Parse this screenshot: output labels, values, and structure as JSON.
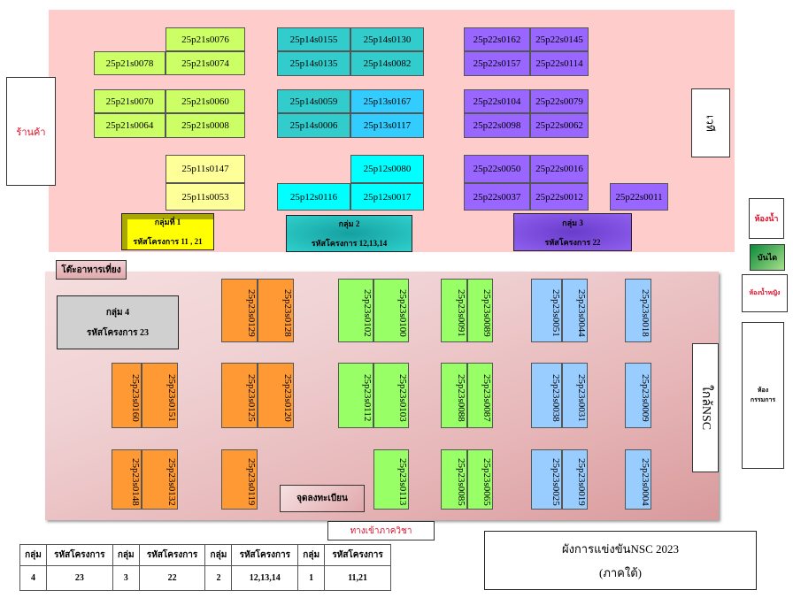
{
  "colors": {
    "yellowgreen": "#ccff66",
    "lightyellow": "#ffff99",
    "teal": "#33cccc",
    "skyblue": "#33ccff",
    "cyan": "#00ffff",
    "purple": "#9966ff",
    "orange": "#ff9933",
    "green": "#99ff66",
    "blue": "#99ccff"
  },
  "top_cells": [
    "25p21s0076",
    "25p21s0078",
    "25p21s0074",
    "25p21s0070",
    "25p21s0060",
    "25p21s0064",
    "25p21s0008",
    "25p11s0147",
    "25p11s0053",
    "25p14s0155",
    "25p14s0130",
    "25p14s0135",
    "25p14s0082",
    "25p14s0059",
    "25p13s0167",
    "25p14s0006",
    "25p13s0117",
    "25p12s0080",
    "25p12s0116",
    "25p12s0017",
    "25p22s0162",
    "25p22s0145",
    "25p22s0157",
    "25p22s0114",
    "25p22s0104",
    "25p22s0079",
    "25p22s0098",
    "25p22s0062",
    "25p22s0050",
    "25p22s0016",
    "25p22s0037",
    "25p22s0012",
    "25p22s0011"
  ],
  "bottom_cells": [
    "25p23s0129",
    "25p23s0128",
    "25p23s0125",
    "25p23s0120",
    "25p23s0119",
    "25p23s0160",
    "25p23s0151",
    "25p23s0148",
    "25p23s0132",
    "25p23s0102",
    "25p23s0100",
    "25p23s0112",
    "25p23s0103",
    "25p23s0113",
    "25p23s0091",
    "25p23s0089",
    "25p23s0088",
    "25p23s0087",
    "25p23s0085",
    "25p23s0065",
    "25p23s0051",
    "25p23s0044",
    "25p23s0038",
    "25p23s0031",
    "25p23s0025",
    "25p23s0019",
    "25p23s0018",
    "25p23s0009",
    "25p23s0004"
  ],
  "groups": {
    "g1": {
      "name": "กลุ่มที่ 1",
      "code": "รหัสโครงการ 11 , 21"
    },
    "g2": {
      "name": "กลุ่ม 2",
      "code": "รหัสโครงการ 12,13,14"
    },
    "g3": {
      "name": "กลุ่ม 3",
      "code": "รหัสโครงการ 22"
    },
    "g4": {
      "name": "กลุ่ม 4",
      "code": "รหัสโครงการ 23"
    }
  },
  "places": {
    "shop": "ร้านค้า",
    "stage": "เวที",
    "toilet": "ห้องน้ำ",
    "stairs": "บันได",
    "women_toilet": "ห้องน้ำหญิง",
    "committee": "ห้องกรรมการ",
    "near_nsc": "ใกล้NSC",
    "lunch": "โต๊ะอาหารเที่ยง",
    "register": "จุดลงทะเบียน",
    "entrance": "ทางเข้าภาควิชา"
  },
  "legend_table": {
    "headers": [
      "กลุ่ม",
      "รหัสโครงการ",
      "กลุ่ม",
      "รหัสโครงการ",
      "กลุ่ม",
      "รหัสโครงการ",
      "กลุ่ม",
      "รหัสโครงการ"
    ],
    "row": [
      "4",
      "23",
      "3",
      "22",
      "2",
      "12,13,14",
      "1",
      "11,21"
    ]
  },
  "title": {
    "line1": "ผังการแข่งขันNSC 2023",
    "line2": "(ภาคใต้)"
  }
}
